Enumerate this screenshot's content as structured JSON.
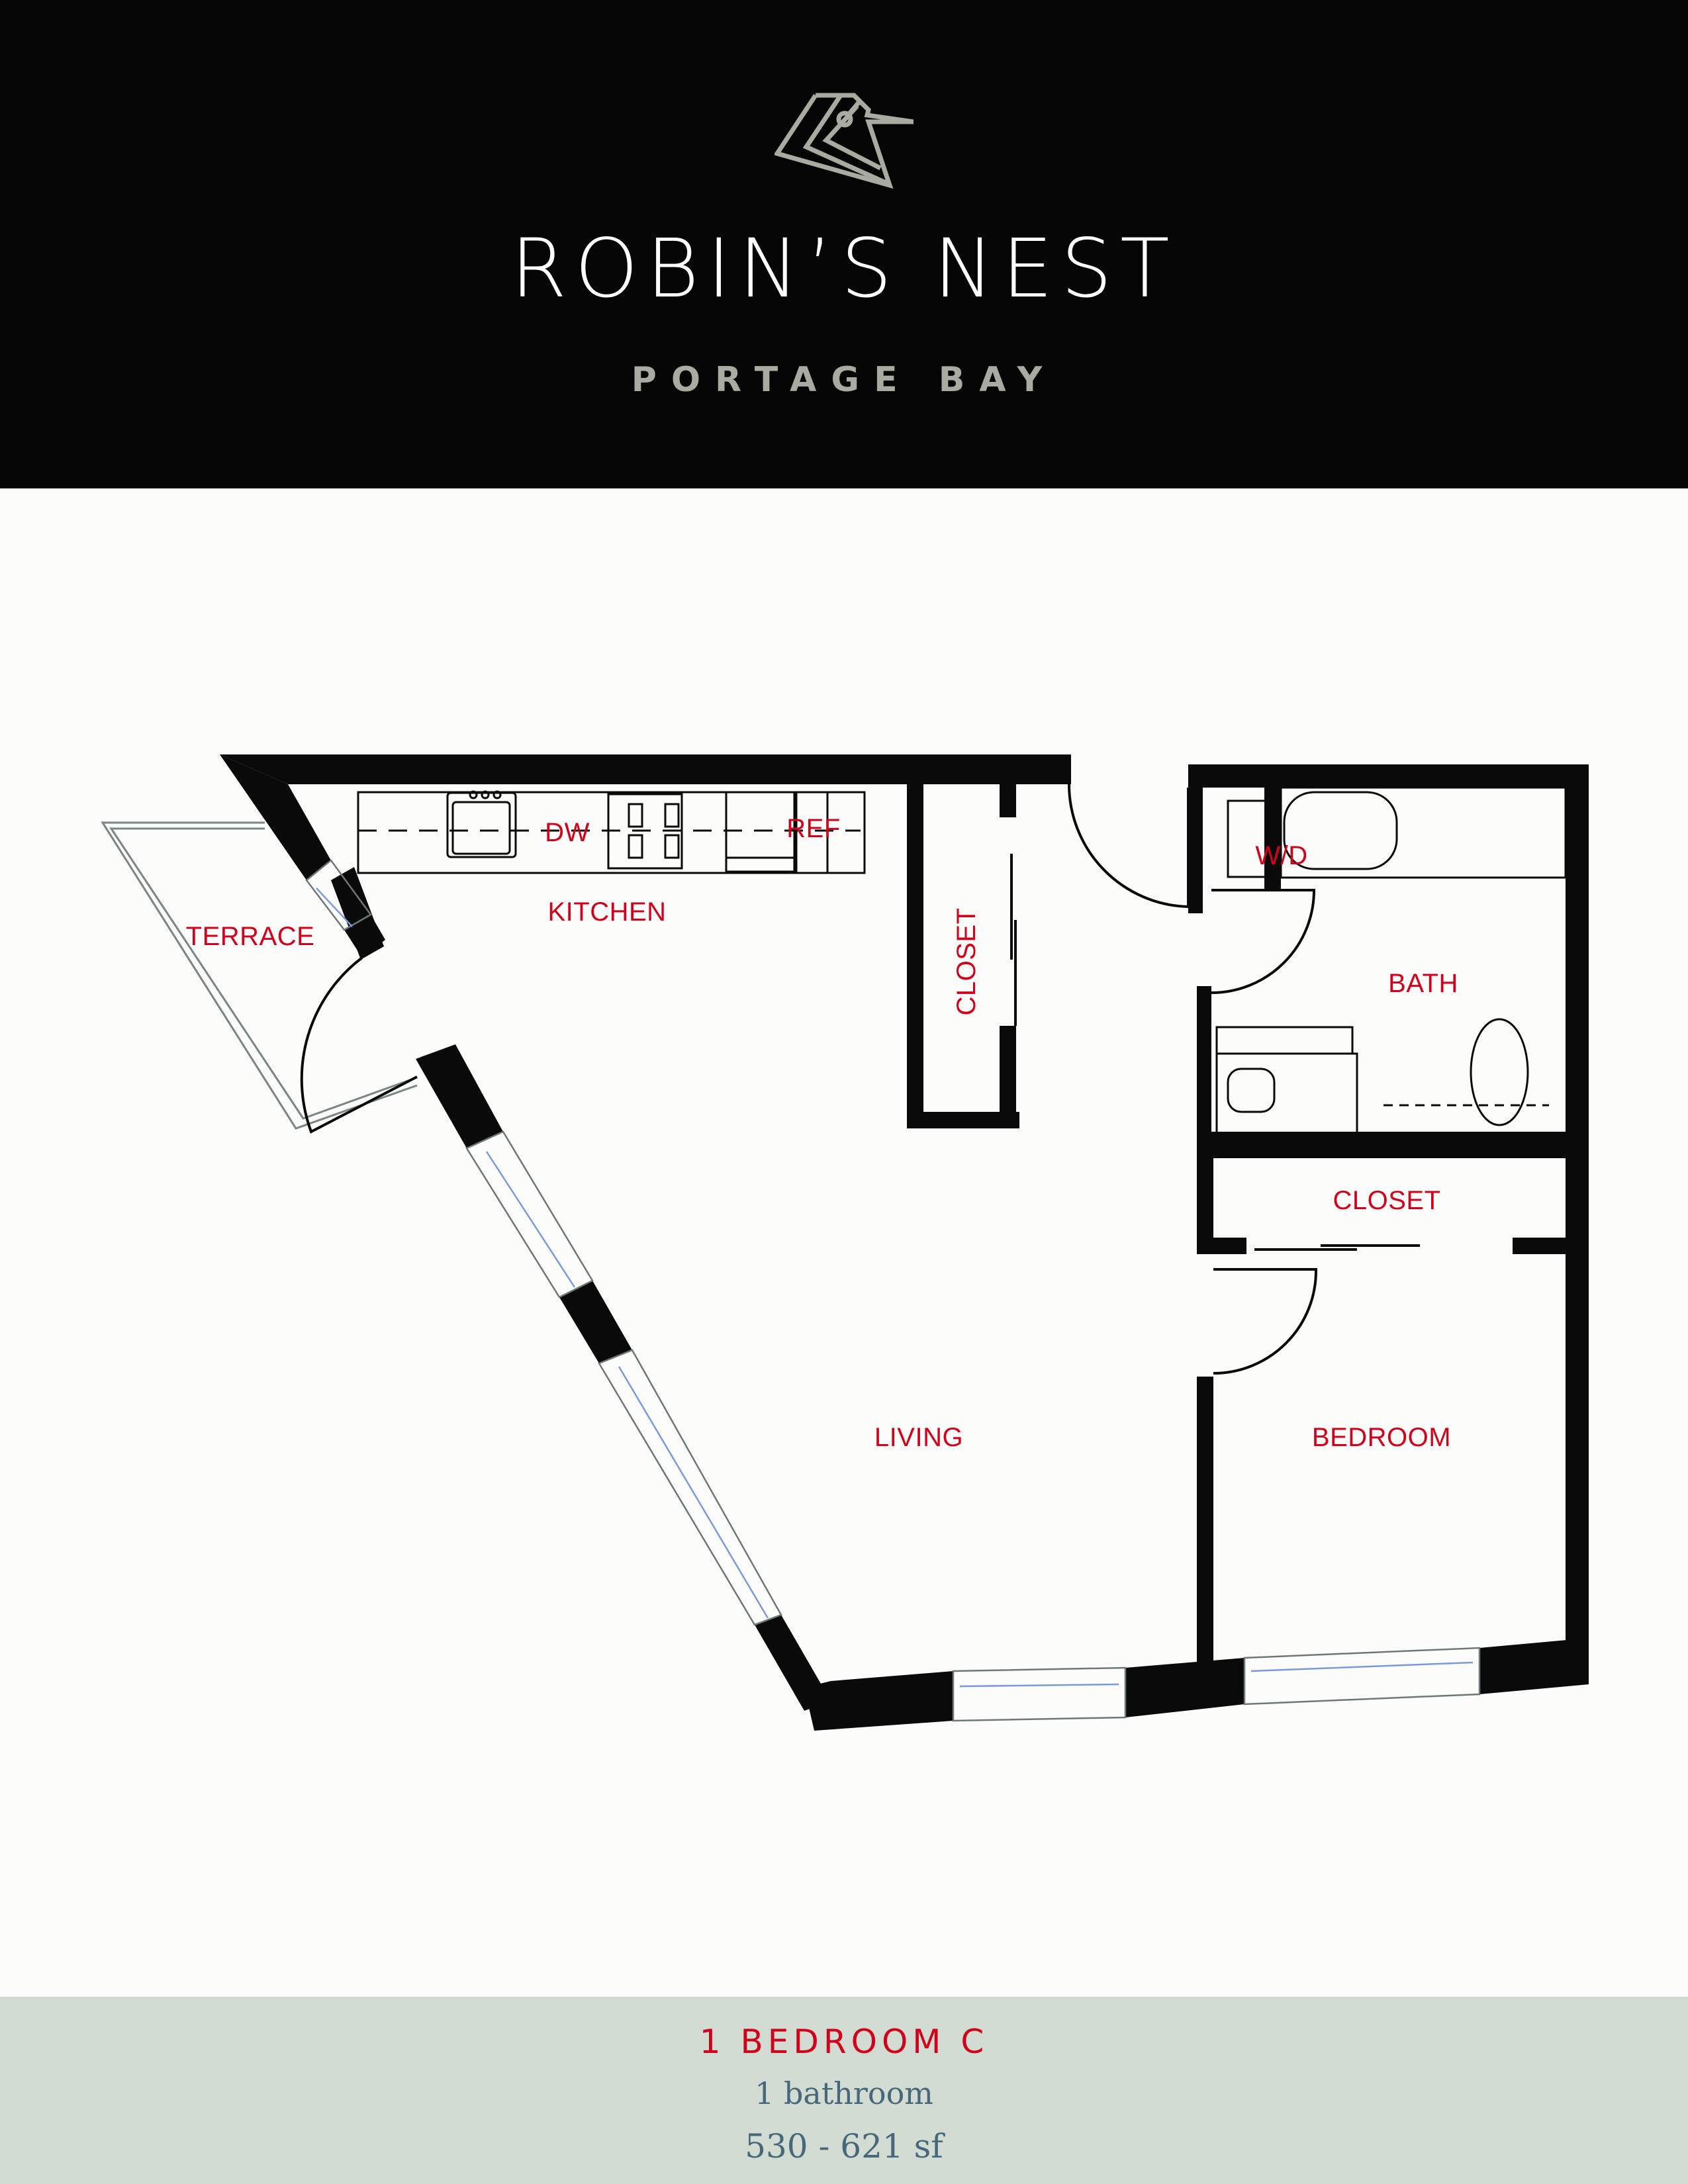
{
  "header": {
    "logo_icon": "robin-bird-head-icon",
    "title": "ROBIN’S NEST",
    "subtitle": "PORTAGE BAY",
    "background": "#050505",
    "subtitle_color": "#a9aba0"
  },
  "floorplan": {
    "label_color": "#d0021b",
    "wall_color": "#0a0a0a",
    "rooms": {
      "terrace": "TERRACE",
      "kitchen": "KITCHEN",
      "dishwasher": "DW",
      "refrigerator": "REF",
      "closet_entry": "CLOSET",
      "washer_dryer": "W/D",
      "bath": "BATH",
      "closet_bedroom": "CLOSET",
      "living": "LIVING",
      "bedroom": "BEDROOM"
    }
  },
  "footer": {
    "unit_name": "1 BEDROOM C",
    "bathrooms": "1 bathroom",
    "square_feet": "530 - 621 sf",
    "background": "#d3dcd2",
    "unit_name_color": "#d0021b",
    "detail_color": "#46687a"
  }
}
